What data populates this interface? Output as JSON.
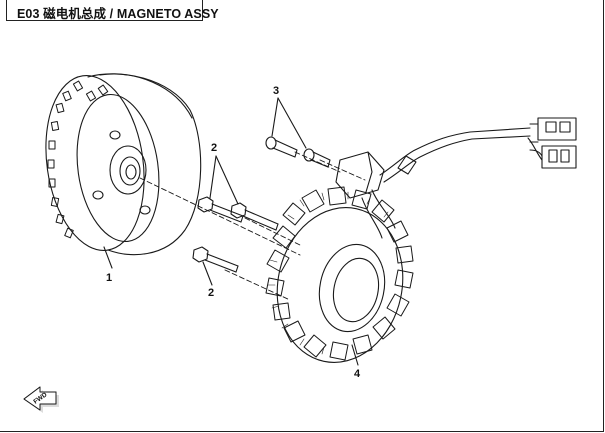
{
  "header": {
    "title": "E03  磁电机总成 / MAGNETO ASSY"
  },
  "callouts": [
    {
      "id": "flywheel",
      "label": "1"
    },
    {
      "id": "bolts-upper",
      "label": "2"
    },
    {
      "id": "bolt-lower",
      "label": "2"
    },
    {
      "id": "screws",
      "label": "3"
    },
    {
      "id": "stator",
      "label": "4"
    }
  ],
  "direction_arrow": {
    "label": "FWD"
  }
}
